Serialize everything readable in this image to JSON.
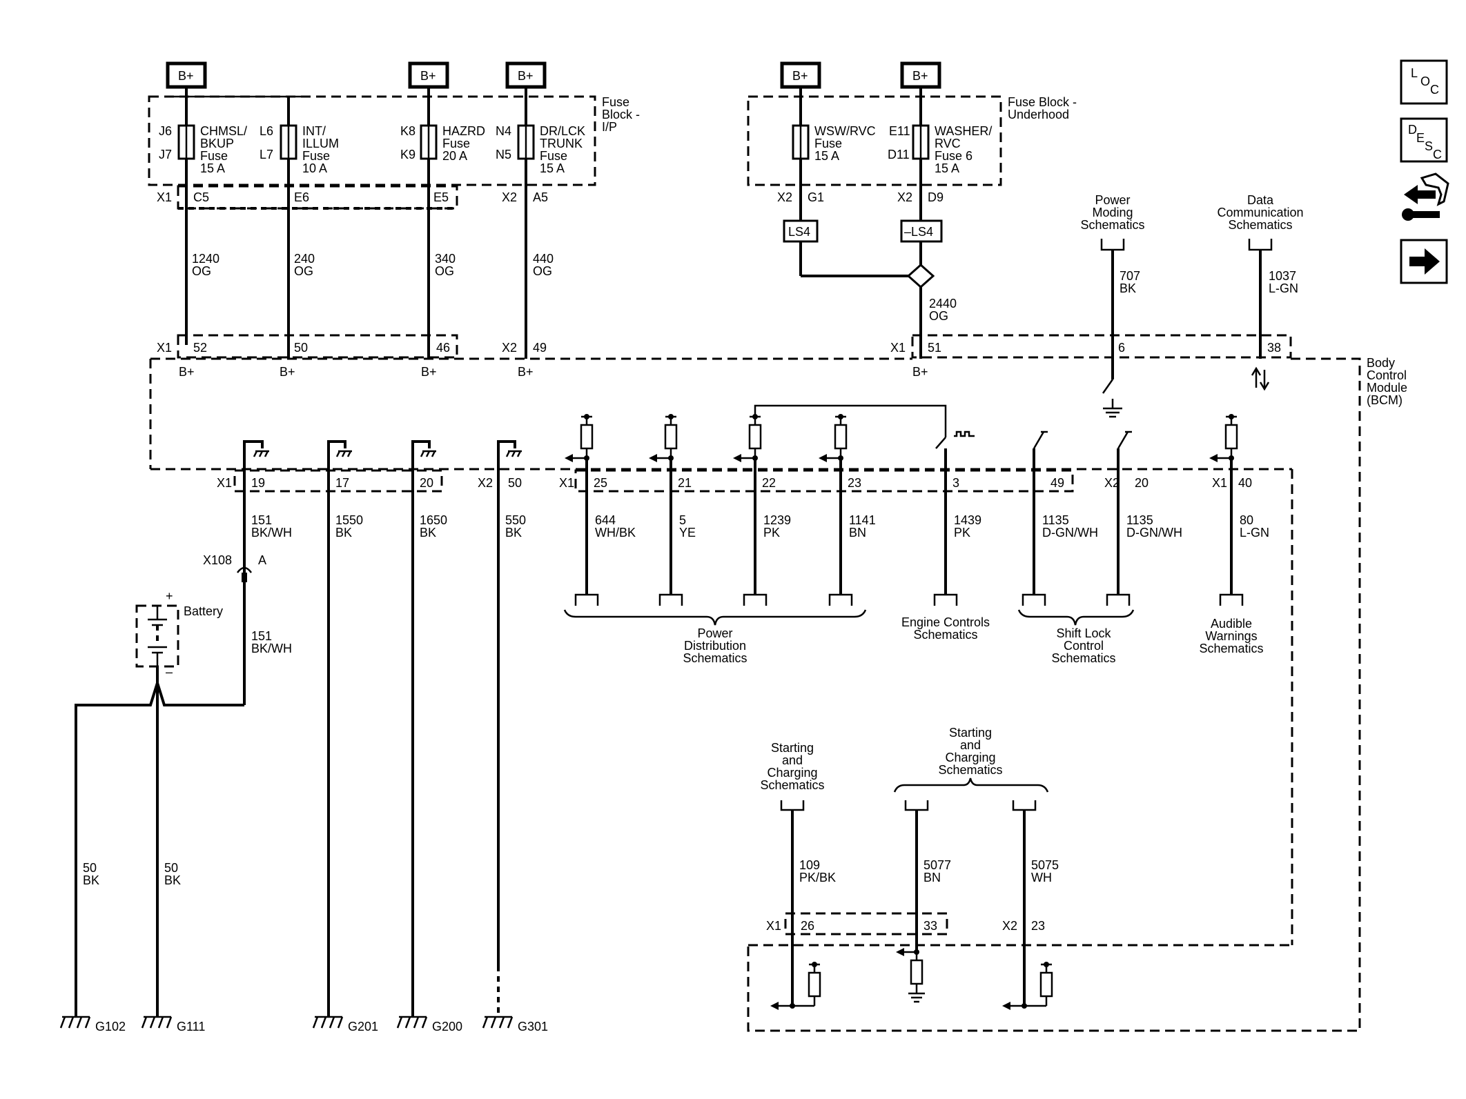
{
  "bplus": "B+",
  "fuse_block_ip": [
    "Fuse",
    "Block -",
    "I/P"
  ],
  "fuse_block_uh": [
    "Fuse Block -",
    "Underhood"
  ],
  "bcm": [
    "Body",
    "Control",
    "Module",
    "(BCM)"
  ],
  "fuses": [
    {
      "top": "J6",
      "bot": "J7",
      "lines": [
        "CHMSL/",
        "BKUP",
        "Fuse",
        "15 A"
      ]
    },
    {
      "top": "L6",
      "bot": "L7",
      "lines": [
        "INT/",
        "ILLUM",
        "Fuse",
        "10 A"
      ]
    },
    {
      "top": "K8",
      "bot": "K9",
      "lines": [
        "HAZRD",
        "Fuse",
        "20 A"
      ]
    },
    {
      "top": "N4",
      "bot": "N5",
      "lines": [
        "DR/LCK",
        "TRUNK",
        "Fuse",
        "15 A"
      ]
    },
    {
      "top": "",
      "bot": "",
      "lines": [
        "WSW/RVC",
        "Fuse",
        "15 A"
      ]
    },
    {
      "top": "E11",
      "bot": "D11",
      "lines": [
        "WASHER/",
        "RVC",
        "Fuse 6",
        "15 A"
      ]
    }
  ],
  "ls4": "LS4",
  "ls4n": "–LS4",
  "conn": {
    "x1": "X1",
    "x2": "X2"
  },
  "pins": {
    "c5": "C5",
    "e6": "E6",
    "e5": "E5",
    "a5": "A5",
    "g1": "G1",
    "d9": "D9",
    "p52": "52",
    "p50": "50",
    "p46": "46",
    "p49": "49",
    "p51": "51",
    "p6": "6",
    "p38": "38",
    "p19": "19",
    "p17": "17",
    "p20": "20",
    "p50b": "50",
    "p25": "25",
    "p21": "21",
    "p22": "22",
    "p23": "23",
    "p3": "3",
    "p49b": "49",
    "p20b": "20",
    "p40": "40",
    "p26": "26",
    "p33": "33",
    "p23b": "23"
  },
  "wires": {
    "w1240": [
      "1240",
      "OG"
    ],
    "w240": [
      "240",
      "OG"
    ],
    "w340": [
      "340",
      "OG"
    ],
    "w440": [
      "440",
      "OG"
    ],
    "w2440": [
      "2440",
      "OG"
    ],
    "w707": [
      "707",
      "BK"
    ],
    "w1037": [
      "1037",
      "L-GN"
    ],
    "w151a": [
      "151",
      "BK/WH"
    ],
    "w1550": [
      "1550",
      "BK"
    ],
    "w1650": [
      "1650",
      "BK"
    ],
    "w550": [
      "550",
      "BK"
    ],
    "w644": [
      "644",
      "WH/BK"
    ],
    "w5": [
      "5",
      "YE"
    ],
    "w1239": [
      "1239",
      "PK"
    ],
    "w1141": [
      "1141",
      "BN"
    ],
    "w1439": [
      "1439",
      "PK"
    ],
    "w1135a": [
      "1135",
      "D-GN/WH"
    ],
    "w1135b": [
      "1135",
      "D-GN/WH"
    ],
    "w80": [
      "80",
      "L-GN"
    ],
    "w151b": [
      "151",
      "BK/WH"
    ],
    "w50a": [
      "50",
      "BK"
    ],
    "w50b": [
      "50",
      "BK"
    ],
    "w109": [
      "109",
      "PK/BK"
    ],
    "w5077": [
      "5077",
      "BN"
    ],
    "w5075": [
      "5075",
      "WH"
    ]
  },
  "x108": "X108",
  "x108_pin": "A",
  "battery": "Battery",
  "plus": "+",
  "minus": "–",
  "grounds": [
    "G102",
    "G111",
    "G201",
    "G200",
    "G301"
  ],
  "refs": {
    "power_moding": [
      "Power",
      "Moding",
      "Schematics"
    ],
    "data_comm": [
      "Data",
      "Communication",
      "Schematics"
    ],
    "power_dist": [
      "Power",
      "Distribution",
      "Schematics"
    ],
    "engine": [
      "Engine Controls",
      "Schematics"
    ],
    "shift_lock": [
      "Shift Lock",
      "Control",
      "Schematics"
    ],
    "audible": [
      "Audible",
      "Warnings",
      "Schematics"
    ],
    "start1": [
      "Starting",
      "and",
      "Charging",
      "Schematics"
    ],
    "start2": [
      "Starting",
      "and",
      "Charging",
      "Schematics"
    ]
  },
  "nav": {
    "loc": [
      "L",
      "O",
      "C"
    ],
    "desc": [
      "D",
      "E",
      "S",
      "C"
    ]
  }
}
